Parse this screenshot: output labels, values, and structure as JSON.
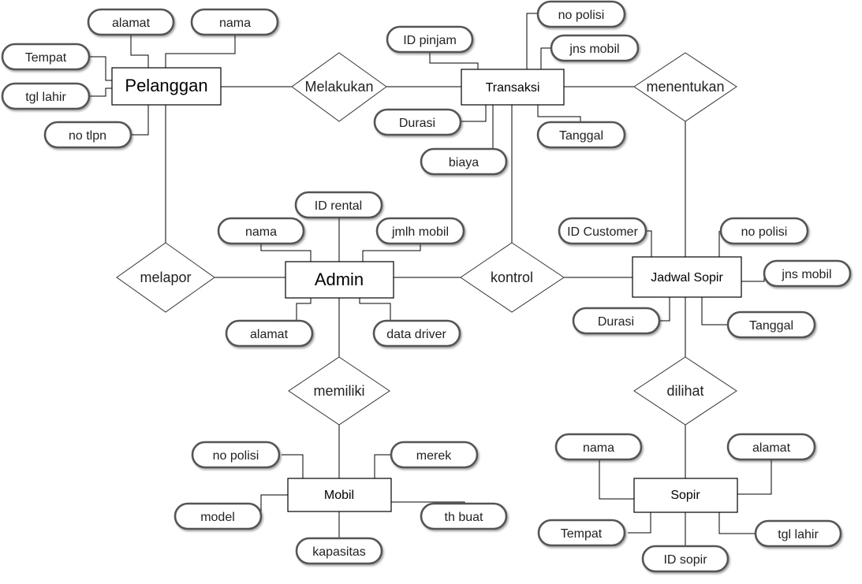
{
  "entities": {
    "pelanggan": "Pelanggan",
    "transaksi": "Transaksi",
    "admin": "Admin",
    "jadwal_sopir": "Jadwal Sopir",
    "mobil": "Mobil",
    "sopir": "Sopir"
  },
  "relationships": {
    "melakukan": "Melakukan",
    "menentukan": "menentukan",
    "melapor": "melapor",
    "kontrol": "kontrol",
    "memiliki": "memiliki",
    "dilihat": "dilihat"
  },
  "attributes": {
    "pelanggan": {
      "alamat": "alamat",
      "nama": "nama",
      "tempat": "Tempat",
      "tgl_lahir": "tgl lahir",
      "no_tlpn": "no tlpn"
    },
    "transaksi": {
      "no_polisi": "no polisi",
      "id_pinjam": "ID pinjam",
      "jns_mobil": "jns mobil",
      "durasi": "Durasi",
      "tanggal": "Tanggal",
      "biaya": "biaya"
    },
    "admin": {
      "id_rental": "ID rental",
      "nama": "nama",
      "jmlh_mobil": "jmlh mobil",
      "alamat": "alamat",
      "data_driver": "data driver"
    },
    "jadwal_sopir": {
      "id_customer": "ID Customer",
      "no_polisi": "no polisi",
      "jns_mobil": "jns mobil",
      "durasi": "Durasi",
      "tanggal": "Tanggal"
    },
    "mobil": {
      "no_polisi": "no polisi",
      "merek": "merek",
      "model": "model",
      "th_buat": "th buat",
      "kapasitas": "kapasitas"
    },
    "sopir": {
      "nama": "nama",
      "alamat": "alamat",
      "tempat": "Tempat",
      "tgl_lahir": "tgl lahir",
      "id_sopir": "ID sopir"
    }
  }
}
